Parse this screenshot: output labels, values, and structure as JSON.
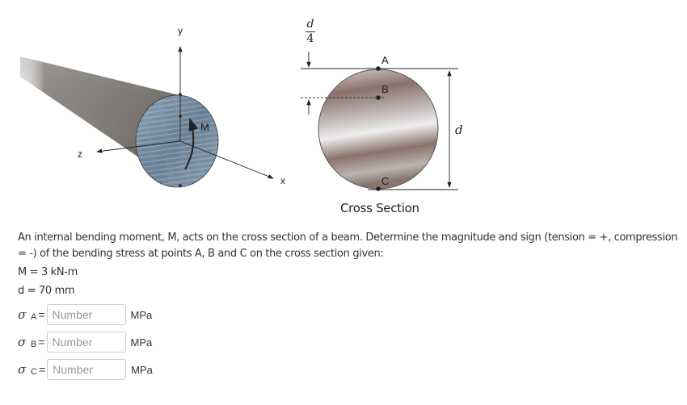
{
  "figure": {
    "beam": {
      "axis_labels": {
        "y": "y",
        "z": "z",
        "x": "x"
      },
      "moment_label": "M"
    },
    "cross_section": {
      "fraction": {
        "numerator": "d",
        "denominator": "4"
      },
      "dimension_label": "d",
      "points": [
        "A",
        "B",
        "C"
      ],
      "caption": "Cross Section"
    }
  },
  "problem": {
    "statement": "An internal bending moment, M, acts on the cross section of a beam.  Determine the magnitude and sign (tension = +, compression = -) of the bending stress at points A, B and C on the cross section given:",
    "given": [
      "M = 3 kN-m",
      "d = 70 mm"
    ]
  },
  "answers": [
    {
      "symbol": "σ",
      "subscript": "A",
      "equals": "=",
      "value": "",
      "placeholder": "Number",
      "unit": "MPa"
    },
    {
      "symbol": "σ",
      "subscript": "B",
      "equals": "=",
      "value": "",
      "placeholder": "Number",
      "unit": "MPa"
    },
    {
      "symbol": "σ",
      "subscript": "C",
      "equals": "=",
      "value": "",
      "placeholder": "Number",
      "unit": "MPa"
    }
  ]
}
